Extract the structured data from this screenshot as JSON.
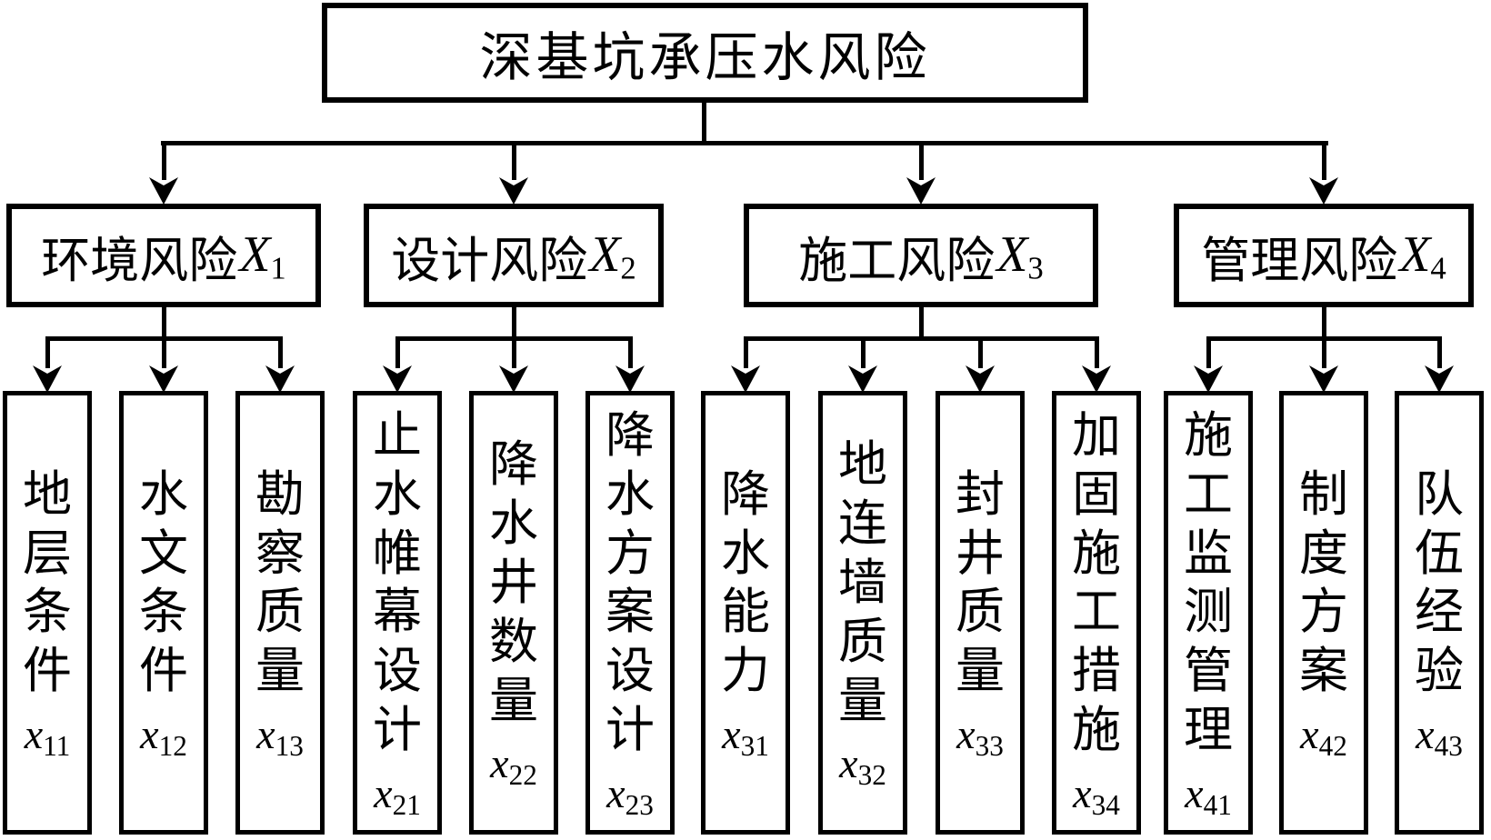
{
  "title": "深基坑承压水风险",
  "colors": {
    "line": "#000000",
    "background": "#ffffff"
  },
  "categories": [
    {
      "name": "环境风险",
      "var": "X",
      "sub": "1",
      "children": [
        {
          "name": "地层条件",
          "var": "x",
          "sub": "11"
        },
        {
          "name": "水文条件",
          "var": "x",
          "sub": "12"
        },
        {
          "name": "勘察质量",
          "var": "x",
          "sub": "13"
        }
      ]
    },
    {
      "name": "设计风险",
      "var": "X",
      "sub": "2",
      "children": [
        {
          "name": "止水帷幕设计",
          "var": "x",
          "sub": "21"
        },
        {
          "name": "降水井数量",
          "var": "x",
          "sub": "22"
        },
        {
          "name": "降水方案设计",
          "var": "x",
          "sub": "23"
        }
      ]
    },
    {
      "name": "施工风险",
      "var": "X",
      "sub": "3",
      "children": [
        {
          "name": "降水能力",
          "var": "x",
          "sub": "31"
        },
        {
          "name": "地连墙质量",
          "var": "x",
          "sub": "32"
        },
        {
          "name": "封井质量",
          "var": "x",
          "sub": "33"
        },
        {
          "name": "加固施工措施",
          "var": "x",
          "sub": "34"
        }
      ]
    },
    {
      "name": "管理风险",
      "var": "X",
      "sub": "4",
      "children": [
        {
          "name": "施工监测管理",
          "var": "x",
          "sub": "41"
        },
        {
          "name": "制度方案",
          "var": "x",
          "sub": "42"
        },
        {
          "name": "队伍经验",
          "var": "x",
          "sub": "43"
        }
      ]
    }
  ]
}
